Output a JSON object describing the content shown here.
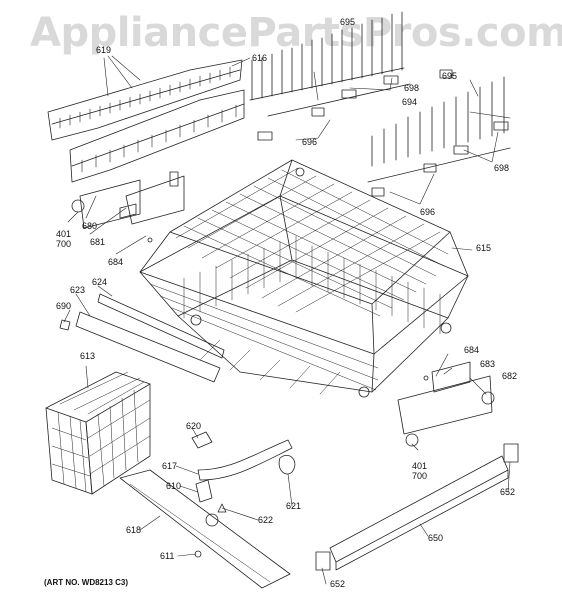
{
  "watermark": "AppliancePartsPros.com",
  "art_number": "(ART NO. WD8213 C3)",
  "part_labels": [
    {
      "key": "p619",
      "text": "619"
    },
    {
      "key": "p616",
      "text": "616"
    },
    {
      "key": "p695a",
      "text": "695"
    },
    {
      "key": "p695b",
      "text": "695"
    },
    {
      "key": "p698a",
      "text": "698"
    },
    {
      "key": "p694",
      "text": "694"
    },
    {
      "key": "p696a",
      "text": "696"
    },
    {
      "key": "p698b",
      "text": "698"
    },
    {
      "key": "p696b",
      "text": "696"
    },
    {
      "key": "p680",
      "text": "680"
    },
    {
      "key": "p401a",
      "text": "401"
    },
    {
      "key": "p700a",
      "text": "700"
    },
    {
      "key": "p681",
      "text": "681"
    },
    {
      "key": "p684a",
      "text": "684"
    },
    {
      "key": "p615",
      "text": "615"
    },
    {
      "key": "p623",
      "text": "623"
    },
    {
      "key": "p624",
      "text": "624"
    },
    {
      "key": "p690",
      "text": "690"
    },
    {
      "key": "p613",
      "text": "613"
    },
    {
      "key": "p684b",
      "text": "684"
    },
    {
      "key": "p683",
      "text": "683"
    },
    {
      "key": "p682",
      "text": "682"
    },
    {
      "key": "p620",
      "text": "620"
    },
    {
      "key": "p617",
      "text": "617"
    },
    {
      "key": "p610",
      "text": "610"
    },
    {
      "key": "p621",
      "text": "621"
    },
    {
      "key": "p401b",
      "text": "401"
    },
    {
      "key": "p700b",
      "text": "700"
    },
    {
      "key": "p652a",
      "text": "652"
    },
    {
      "key": "p618",
      "text": "618"
    },
    {
      "key": "p622",
      "text": "622"
    },
    {
      "key": "p650",
      "text": "650"
    },
    {
      "key": "p611",
      "text": "611"
    },
    {
      "key": "p652b",
      "text": "652"
    }
  ],
  "colors": {
    "line": "#222222",
    "watermark": "#d9d9d9",
    "background": "#ffffff"
  }
}
